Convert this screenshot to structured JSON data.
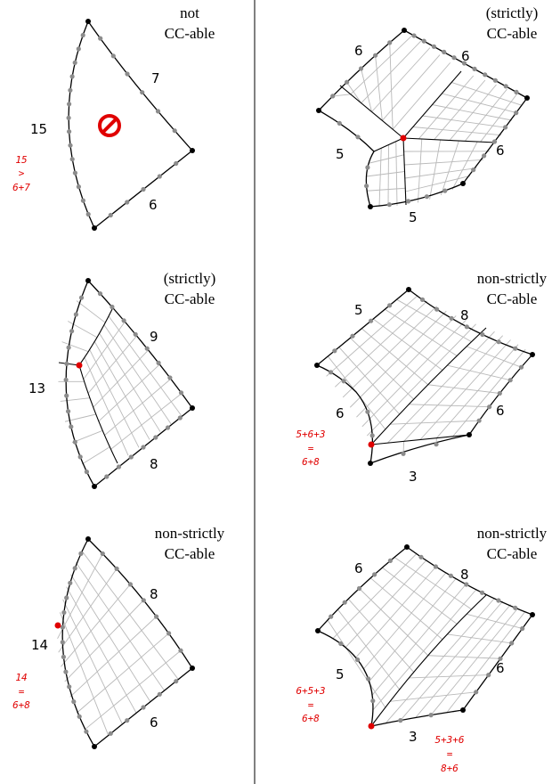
{
  "panels": [
    {
      "caption": [
        "not",
        "CC-able"
      ],
      "side_labels": [
        "15",
        "7",
        "6"
      ],
      "note": [
        "15",
        ">",
        "6+7"
      ],
      "icon": "prohibited-icon"
    },
    {
      "caption": [
        "(strictly)",
        "CC-able"
      ],
      "side_labels": [
        "6",
        "6",
        "5",
        "6",
        "5"
      ]
    },
    {
      "caption": [
        "(strictly)",
        "CC-able"
      ],
      "side_labels": [
        "9",
        "13",
        "8"
      ]
    },
    {
      "caption": [
        "non-strictly",
        "CC-able"
      ],
      "side_labels": [
        "5",
        "8",
        "6",
        "6",
        "3"
      ],
      "note": [
        "5+6+3",
        "=",
        "6+8"
      ]
    },
    {
      "caption": [
        "non-strictly",
        "CC-able"
      ],
      "side_labels": [
        "8",
        "14",
        "6"
      ],
      "note": [
        "14",
        "=",
        "6+8"
      ]
    },
    {
      "caption": [
        "non-strictly",
        "CC-able"
      ],
      "side_labels": [
        "6",
        "8",
        "5",
        "6",
        "3"
      ],
      "note": [
        "6+5+3",
        "=",
        "6+8"
      ],
      "note2": [
        "5+3+6",
        "=",
        "8+6"
      ]
    }
  ],
  "colors": {
    "outline": "#000000",
    "grid": "#b9b9b9",
    "subdivision_point": "#8c8c8c",
    "highlight": "#e00000"
  }
}
